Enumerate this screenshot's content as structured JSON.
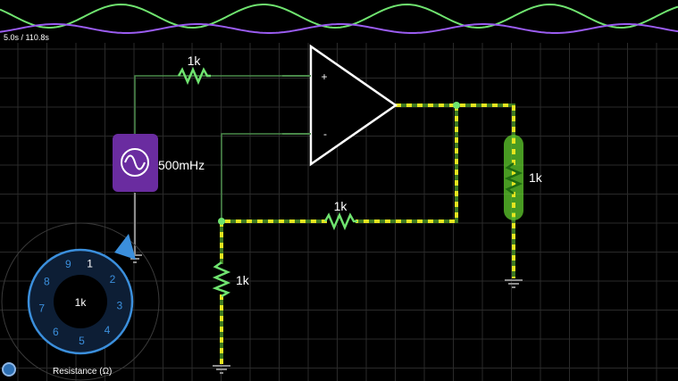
{
  "scope": {
    "time_readout": "5.0s / 110.8s",
    "trace_colors": [
      "#6fe36f",
      "#9a5cf0"
    ]
  },
  "circuit": {
    "source_freq": "500mHz",
    "r_input": "1k",
    "r_feedback": "1k",
    "r_ground": "1k",
    "r_load": "1k",
    "opamp_plus": "+",
    "opamp_minus": "-"
  },
  "dial": {
    "center_value": "1k",
    "numbers": [
      "1",
      "2",
      "3",
      "4",
      "5",
      "6",
      "7",
      "8",
      "9"
    ],
    "selected": "1",
    "caption": "Resistance (Ω)"
  },
  "colors": {
    "wire_idle": "#4a8a4a",
    "wire_active": "#e5e51f",
    "accent": "#3b8fdc",
    "source_bg": "#6a2ca0",
    "load_bg": "#5ac02a"
  }
}
